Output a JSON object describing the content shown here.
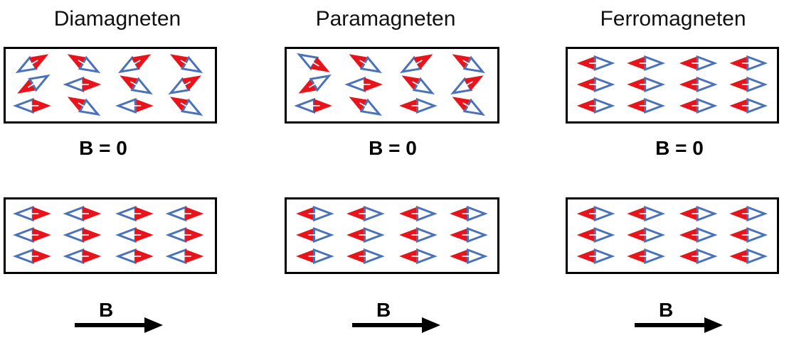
{
  "columns": [
    {
      "title": "Diamagneten",
      "zero_label": "B = 0",
      "field_label": "B",
      "top_angles": [
        -30,
        30,
        -30,
        30,
        -30,
        0,
        30,
        -30,
        0,
        30,
        180,
        30
      ],
      "top_flips": [
        false,
        true,
        false,
        true,
        true,
        false,
        true,
        false,
        false,
        true,
        true,
        true
      ],
      "bottom_angles": [
        0,
        0,
        0,
        0,
        0,
        0,
        0,
        0,
        0,
        0,
        0,
        0
      ],
      "bottom_flips": [
        false,
        false,
        false,
        false,
        false,
        false,
        false,
        false,
        false,
        false,
        false,
        false
      ]
    },
    {
      "title": "Paramagneten",
      "zero_label": "B = 0",
      "field_label": "B",
      "top_angles": [
        30,
        30,
        -30,
        30,
        -30,
        0,
        30,
        -30,
        0,
        30,
        0,
        30
      ],
      "top_flips": [
        false,
        true,
        false,
        true,
        true,
        false,
        true,
        false,
        false,
        true,
        true,
        true
      ],
      "bottom_angles": [
        0,
        0,
        0,
        0,
        0,
        0,
        0,
        0,
        0,
        0,
        0,
        0
      ],
      "bottom_flips": [
        true,
        true,
        true,
        true,
        true,
        true,
        true,
        true,
        true,
        true,
        true,
        true
      ]
    },
    {
      "title": "Ferromagneten",
      "zero_label": "B = 0",
      "field_label": "B",
      "top_angles": [
        0,
        0,
        0,
        0,
        0,
        0,
        0,
        0,
        0,
        0,
        0,
        0
      ],
      "top_flips": [
        true,
        true,
        true,
        true,
        true,
        true,
        true,
        true,
        true,
        true,
        true,
        true
      ],
      "bottom_angles": [
        0,
        0,
        0,
        0,
        0,
        0,
        0,
        0,
        0,
        0,
        0,
        0
      ],
      "bottom_flips": [
        true,
        true,
        true,
        true,
        true,
        true,
        true,
        true,
        true,
        true,
        true,
        true
      ]
    }
  ],
  "colors": {
    "north": "#e8131b",
    "south": "#4a72b8",
    "frame": "#000000",
    "arrow": "#000000"
  }
}
